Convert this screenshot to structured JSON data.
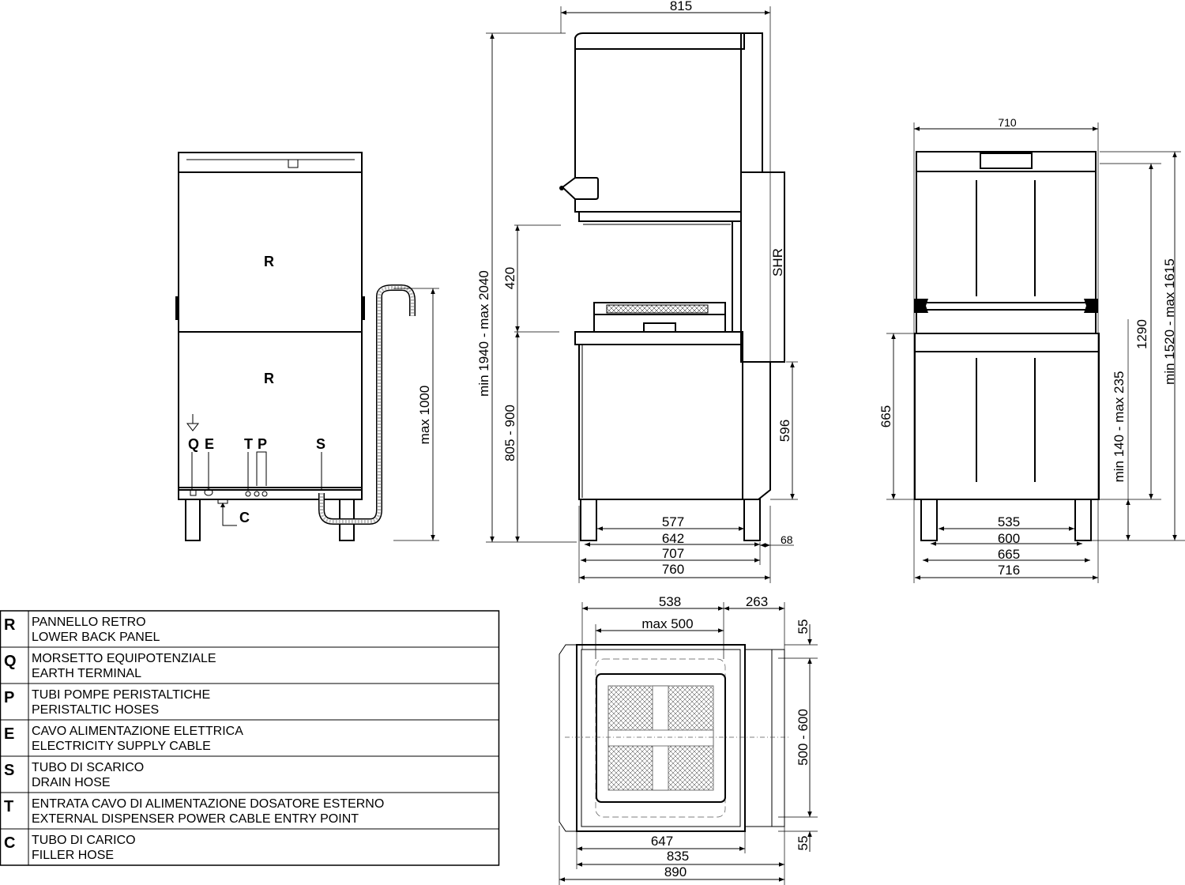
{
  "back_view": {
    "panel_upper": "R",
    "panel_lower": "R",
    "label_q": "Q",
    "label_e": "E",
    "label_t": "T",
    "label_p": "P",
    "label_s": "S",
    "label_c": "C",
    "dim_hose_height": "max 1000"
  },
  "side_view": {
    "dim_depth_top": "815",
    "dim_total_height": "min 1940 - max 2040",
    "dim_opening": "420",
    "dim_work_height": "805 - 900",
    "dim_shr_bottom": "596",
    "shr_label": "SHR",
    "dim_577": "577",
    "dim_642": "642",
    "dim_707": "707",
    "dim_760": "760",
    "dim_68": "68"
  },
  "front_view": {
    "dim_width_top": "710",
    "dim_1290": "1290",
    "dim_total_height": "min 1520 - max 1615",
    "dim_665_v": "665",
    "dim_feet": "min 140 - max 235",
    "dim_535": "535",
    "dim_600": "600",
    "dim_665": "665",
    "dim_716": "716"
  },
  "top_view": {
    "dim_538": "538",
    "dim_263": "263",
    "dim_max500": "max 500",
    "dim_55_top": "55",
    "dim_500_600": "500 - 600",
    "dim_55_bottom": "55",
    "dim_647": "647",
    "dim_835": "835",
    "dim_890": "890"
  },
  "legend": [
    {
      "code": "R",
      "it": "PANNELLO RETRO",
      "en": "LOWER BACK PANEL"
    },
    {
      "code": "Q",
      "it": "MORSETTO EQUIPOTENZIALE",
      "en": "EARTH TERMINAL"
    },
    {
      "code": "P",
      "it": "TUBI POMPE PERISTALTICHE",
      "en": "PERISTALTIC HOSES"
    },
    {
      "code": "E",
      "it": "CAVO ALIMENTAZIONE ELETTRICA",
      "en": "ELECTRICITY SUPPLY CABLE"
    },
    {
      "code": "S",
      "it": "TUBO DI SCARICO",
      "en": "DRAIN HOSE"
    },
    {
      "code": "T",
      "it": "ENTRATA CAVO DI ALIMENTAZIONE DOSATORE ESTERNO",
      "en": "EXTERNAL DISPENSER POWER CABLE ENTRY POINT"
    },
    {
      "code": "C",
      "it": "TUBO DI CARICO",
      "en": "FILLER HOSE"
    }
  ]
}
